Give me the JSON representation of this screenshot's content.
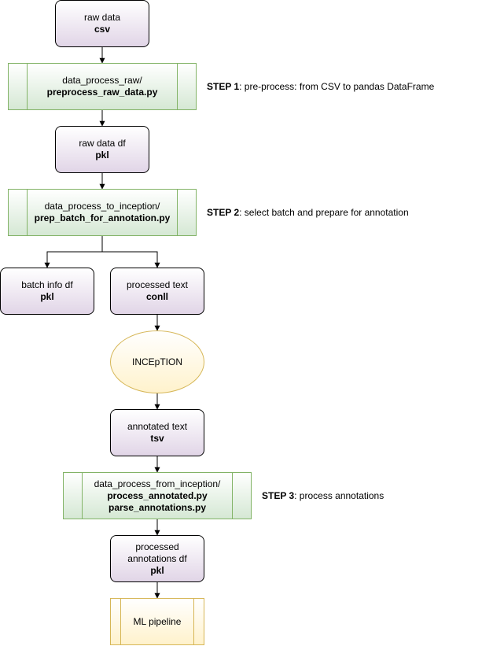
{
  "nodes": {
    "raw_csv": {
      "label": "raw data",
      "sub": "csv"
    },
    "preprocess": {
      "label": "data_process_raw/",
      "sub": "preprocess_raw_data.py"
    },
    "raw_df": {
      "label": "raw data df",
      "sub": "pkl"
    },
    "to_inception": {
      "label": "data_process_to_inception/",
      "sub": "prep_batch_for_annotation.py"
    },
    "batch_info": {
      "label": "batch info df",
      "sub": "pkl"
    },
    "processed_text": {
      "label": "processed text",
      "sub": "conll"
    },
    "inception": {
      "label": "INCEpTION"
    },
    "annotated_text": {
      "label": "annotated text",
      "sub": "tsv"
    },
    "from_inception": {
      "label": "data_process_from_inception/",
      "sub1": "process_annotated.py",
      "sub2": "parse_annotations.py"
    },
    "processed_ann": {
      "label1": "processed",
      "label2": "annotations df",
      "sub": "pkl"
    },
    "ml_pipeline": {
      "label": "ML pipeline"
    }
  },
  "steps": [
    {
      "tag": "STEP 1",
      "text": ": pre-process: from CSV to pandas DataFrame"
    },
    {
      "tag": "STEP 2",
      "text": ": select batch and prepare for annotation"
    },
    {
      "tag": "STEP 3",
      "text": ": process annotations"
    }
  ],
  "colors": {
    "data_fill": "#e1d5e7",
    "process_fill": "#d5e8d4",
    "process_stroke": "#82b366",
    "tool_fill": "#fff2cc",
    "tool_stroke": "#d6b656",
    "edge": "#000000"
  }
}
